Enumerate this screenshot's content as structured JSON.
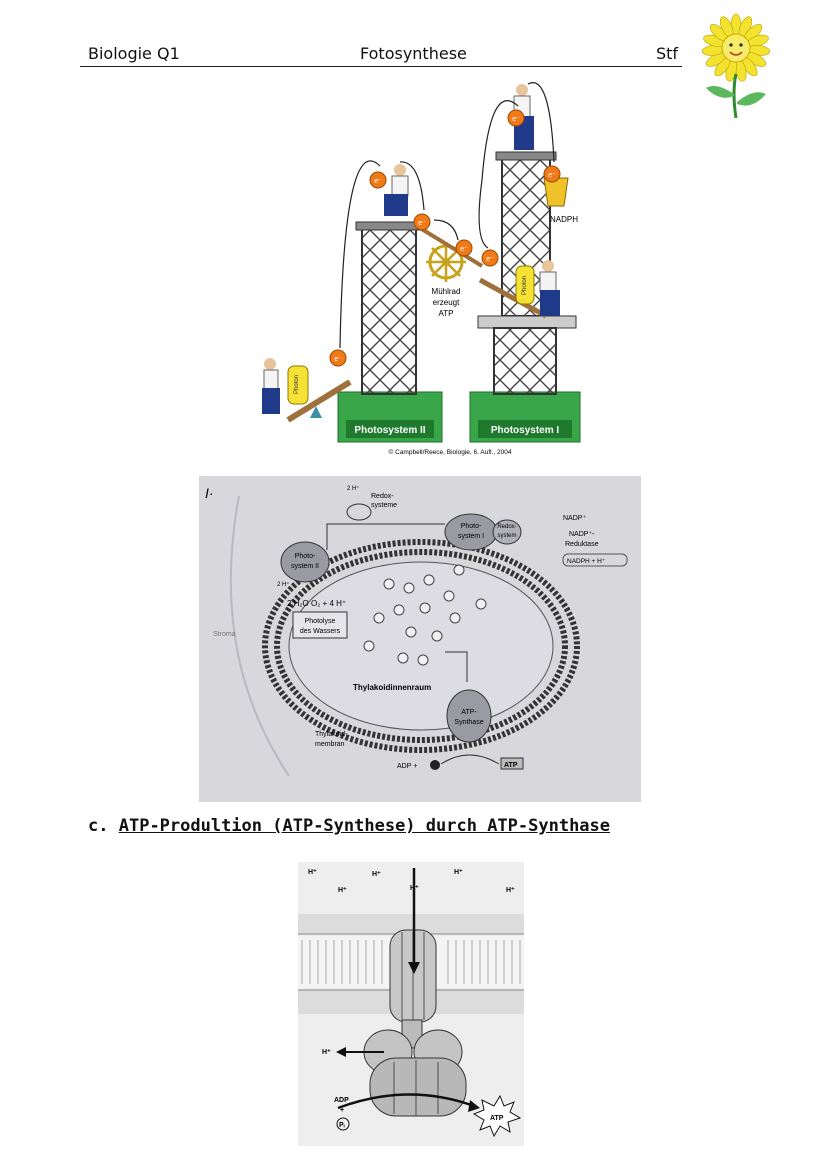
{
  "header": {
    "left": "Biologie Q1",
    "center": "Fotosynthese",
    "right": "Stf"
  },
  "figure1": {
    "nadph_label": "NADPH",
    "wheel_label_1": "Mühlrad",
    "wheel_label_2": "erzeugt",
    "wheel_label_3": "ATP",
    "photosystem2": "Photosystem II",
    "photosystem1": "Photosystem I",
    "photon": "Photon",
    "electron": "e⁻",
    "credit": "© Campbell/Reece, Biologie, 6. Aufl., 2004"
  },
  "figure2": {
    "corner_mark": "I·",
    "stroma": "Stroma",
    "redox_top": "Redox-",
    "redox_top2": "systeme",
    "photosystem2_a": "Photo-",
    "photosystem2_b": "system II",
    "photosystem1_a": "Photo-",
    "photosystem1_b": "system I",
    "redox_right_a": "Redox-",
    "redox_right_b": "system",
    "nadp": "NADP⁺",
    "nadp_reductase_a": "NADP⁺-",
    "nadp_reductase_b": "Reduktase",
    "nadph_h": "NADPH + H⁺",
    "water_eq": "2 H₂O   O₂ + 4 H⁺",
    "photolyse_a": "Photolyse",
    "photolyse_b": "des Wassers",
    "lumen": "Thylakoidinnenraum",
    "membrane_a": "Thylakoid-",
    "membrane_b": "membran",
    "atp_synthase_a": "ATP-",
    "atp_synthase_b": "Synthase",
    "adp": "ADP +",
    "atp": "ATP",
    "two_h_top": "2 H⁺",
    "two_h_left": "2 H⁺",
    "proton": "H⁺"
  },
  "section": {
    "prefix": "c.",
    "title": "ATP-Produltion (ATP-Synthese) durch ATP-Synthase"
  },
  "figure3": {
    "proton": "H⁺",
    "adp": "ADP",
    "plus": "+",
    "pi": "Pᵢ",
    "atp": "ATP"
  }
}
